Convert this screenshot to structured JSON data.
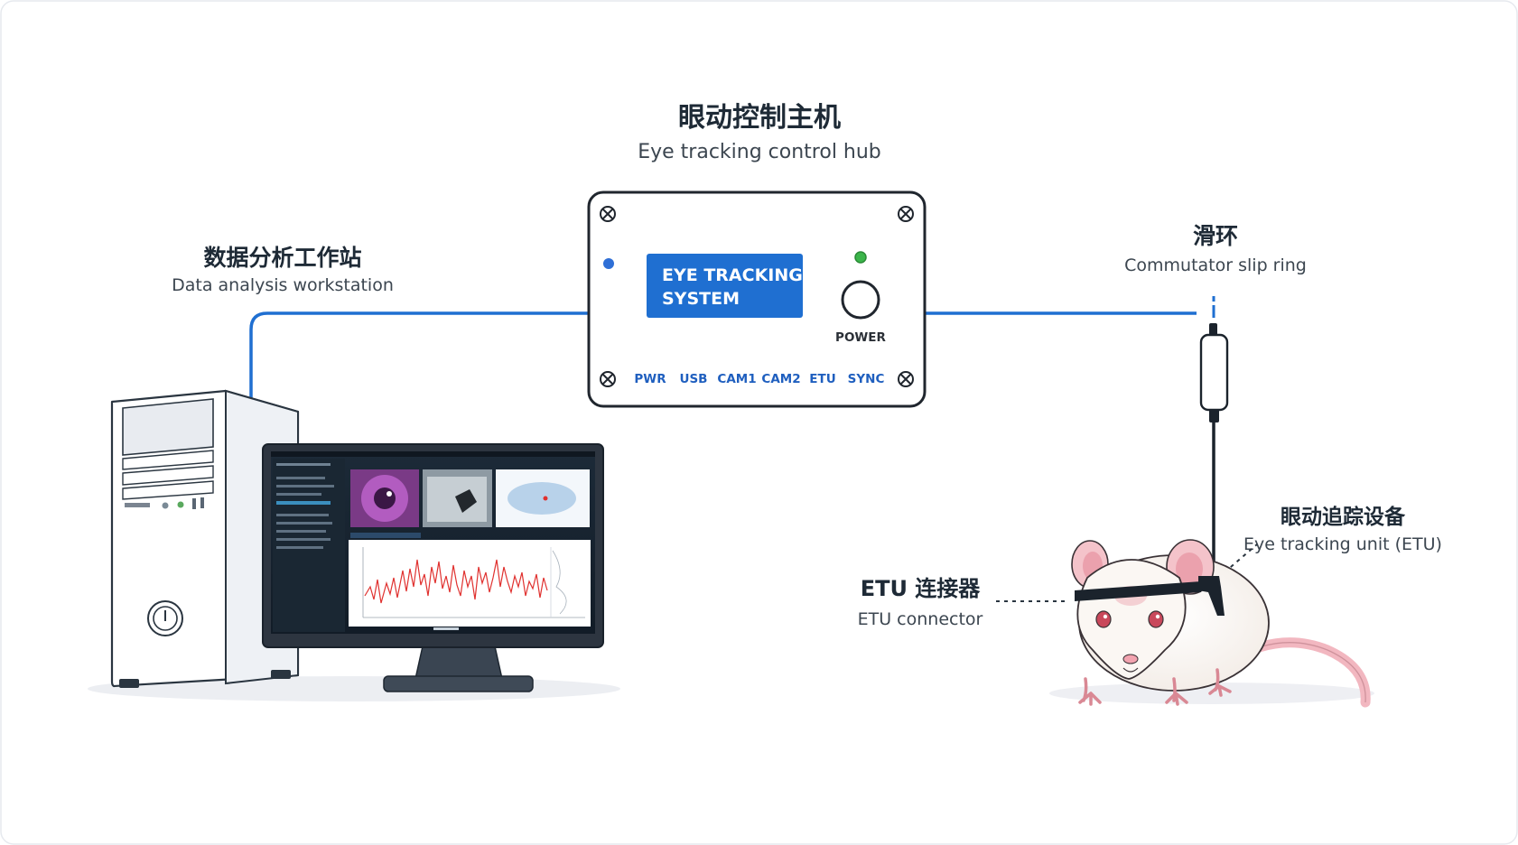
{
  "hub": {
    "title_zh": "眼动控制主机",
    "title_en": "Eye tracking control hub",
    "display_line1": "EYE TRACKING",
    "display_line2": "SYSTEM",
    "power_label": "POWER",
    "ports": [
      "PWR",
      "USB",
      "CAM1",
      "CAM2",
      "ETU",
      "SYNC"
    ]
  },
  "workstation": {
    "title_zh": "数据分析工作站",
    "title_en": "Data analysis workstation"
  },
  "slip_ring": {
    "title_zh": "滑环",
    "title_en": "Commutator slip ring"
  },
  "etu": {
    "title_zh": "眼动追踪设备",
    "title_en": "Eye tracking unit (ETU)"
  },
  "connector": {
    "title_zh": "ETU 连接器",
    "title_en": "ETU connector"
  },
  "colors": {
    "cable": "#1f6fd1",
    "display": "#1f6fd1",
    "led_blue": "#2f6fd6",
    "led_green": "#3bb54a",
    "port_text": "#1f5fbf",
    "rat_pink": "#f2b7c0"
  }
}
